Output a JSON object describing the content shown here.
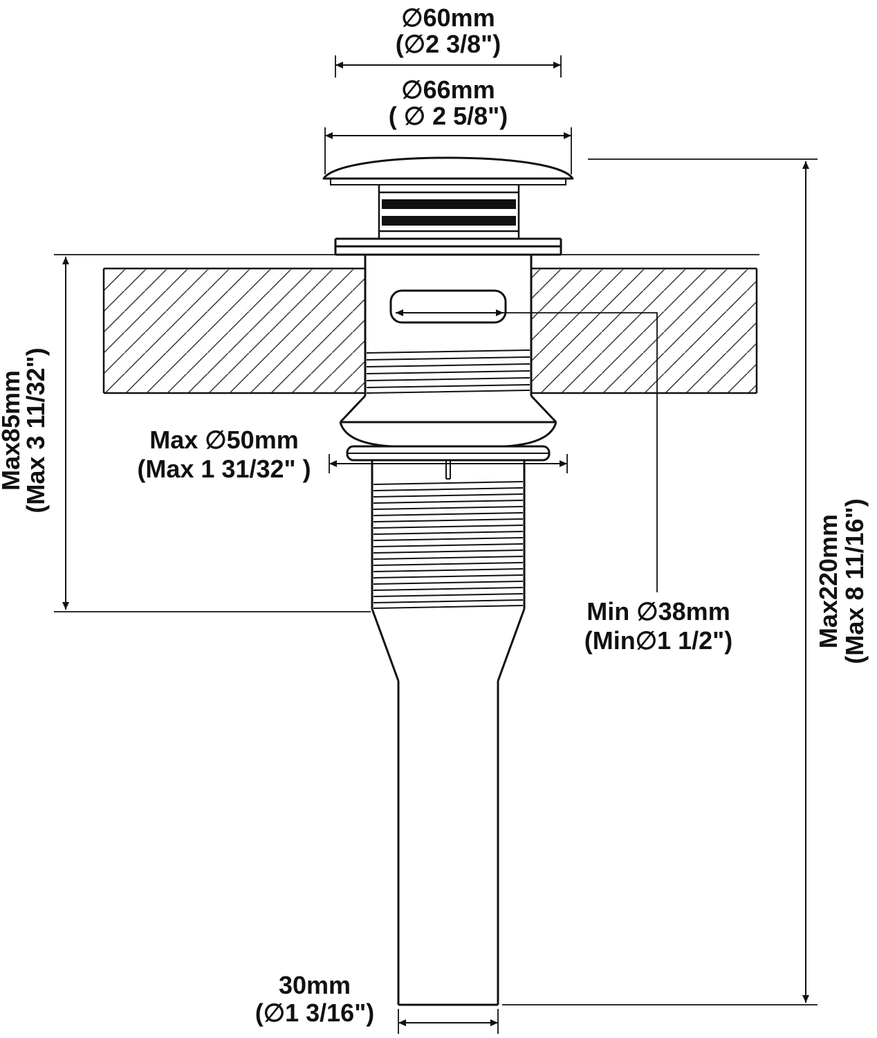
{
  "figure": {
    "type": "technical-dimension-drawing",
    "subject": "Pop-up bathroom sink drain with overflow - dimension diagram"
  },
  "colors": {
    "line": "#111111",
    "background": "#ffffff",
    "hatch": "#333333"
  },
  "labels": {
    "d60": {
      "metric": "∅60mm",
      "imperial": "(∅2 3/8\")"
    },
    "d66": {
      "metric": "∅66mm",
      "imperial": "( ∅ 2 5/8\")"
    },
    "d85": {
      "metric": "Max85mm",
      "imperial": "(Max 3 11/32\")"
    },
    "d50": {
      "metric": "Max ∅50mm",
      "imperial": "(Max 1 31/32\" )"
    },
    "d38": {
      "metric": "Min ∅38mm",
      "imperial": "(Min∅1 1/2\")"
    },
    "d220": {
      "metric": "Max220mm",
      "imperial": "(Max 8 11/16\")"
    },
    "d30": {
      "metric": "30mm",
      "imperial": "(∅1 3/16\")"
    }
  }
}
